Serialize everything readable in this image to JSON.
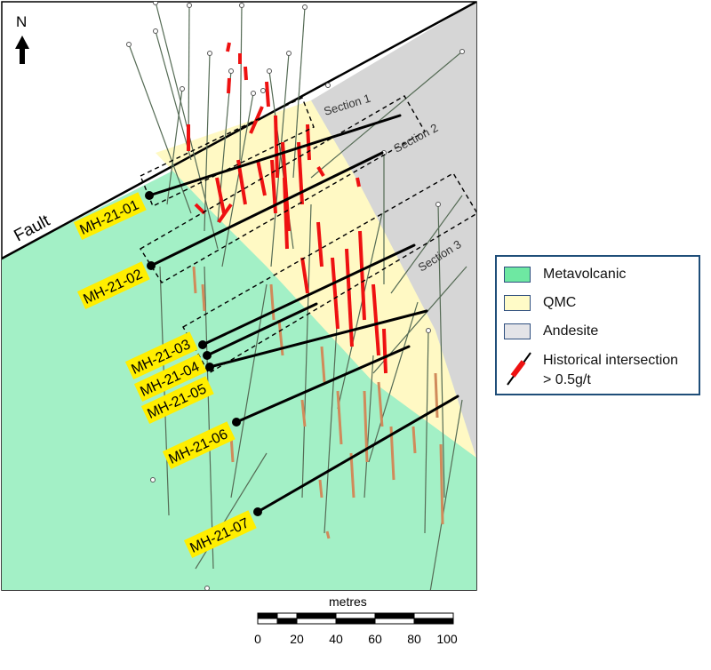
{
  "north": {
    "label": "N"
  },
  "fault": {
    "label": "Fault"
  },
  "sections": [
    {
      "label": "Section 1"
    },
    {
      "label": "Section 2"
    },
    {
      "label": "Section 3"
    }
  ],
  "holes": [
    {
      "id": "MH-21-01"
    },
    {
      "id": "MH-21-02"
    },
    {
      "id": "MH-21-03"
    },
    {
      "id": "MH-21-04"
    },
    {
      "id": "MH-21-05"
    },
    {
      "id": "MH-21-06"
    },
    {
      "id": "MH-21-07"
    }
  ],
  "legend": {
    "items": [
      {
        "label": "Metavolcanic",
        "color": "#6ee8a2"
      },
      {
        "label": "QMC",
        "color": "#fffbc7"
      },
      {
        "label": "Andesite",
        "color": "#e4e4e8"
      }
    ],
    "historical_line1": "Historical intersection",
    "historical_line2": "> 0.5g/t"
  },
  "scale": {
    "title": "metres",
    "ticks": [
      "0",
      "20",
      "40",
      "60",
      "80",
      "100"
    ]
  },
  "colors": {
    "metavolcanic": "#a3f0c6",
    "qmc": "#fff9c4",
    "andesite": "#d6d6d6",
    "label_highlight": "#ffee00",
    "intersection": "#ee1111",
    "historic_assay": "#d08a5a"
  }
}
